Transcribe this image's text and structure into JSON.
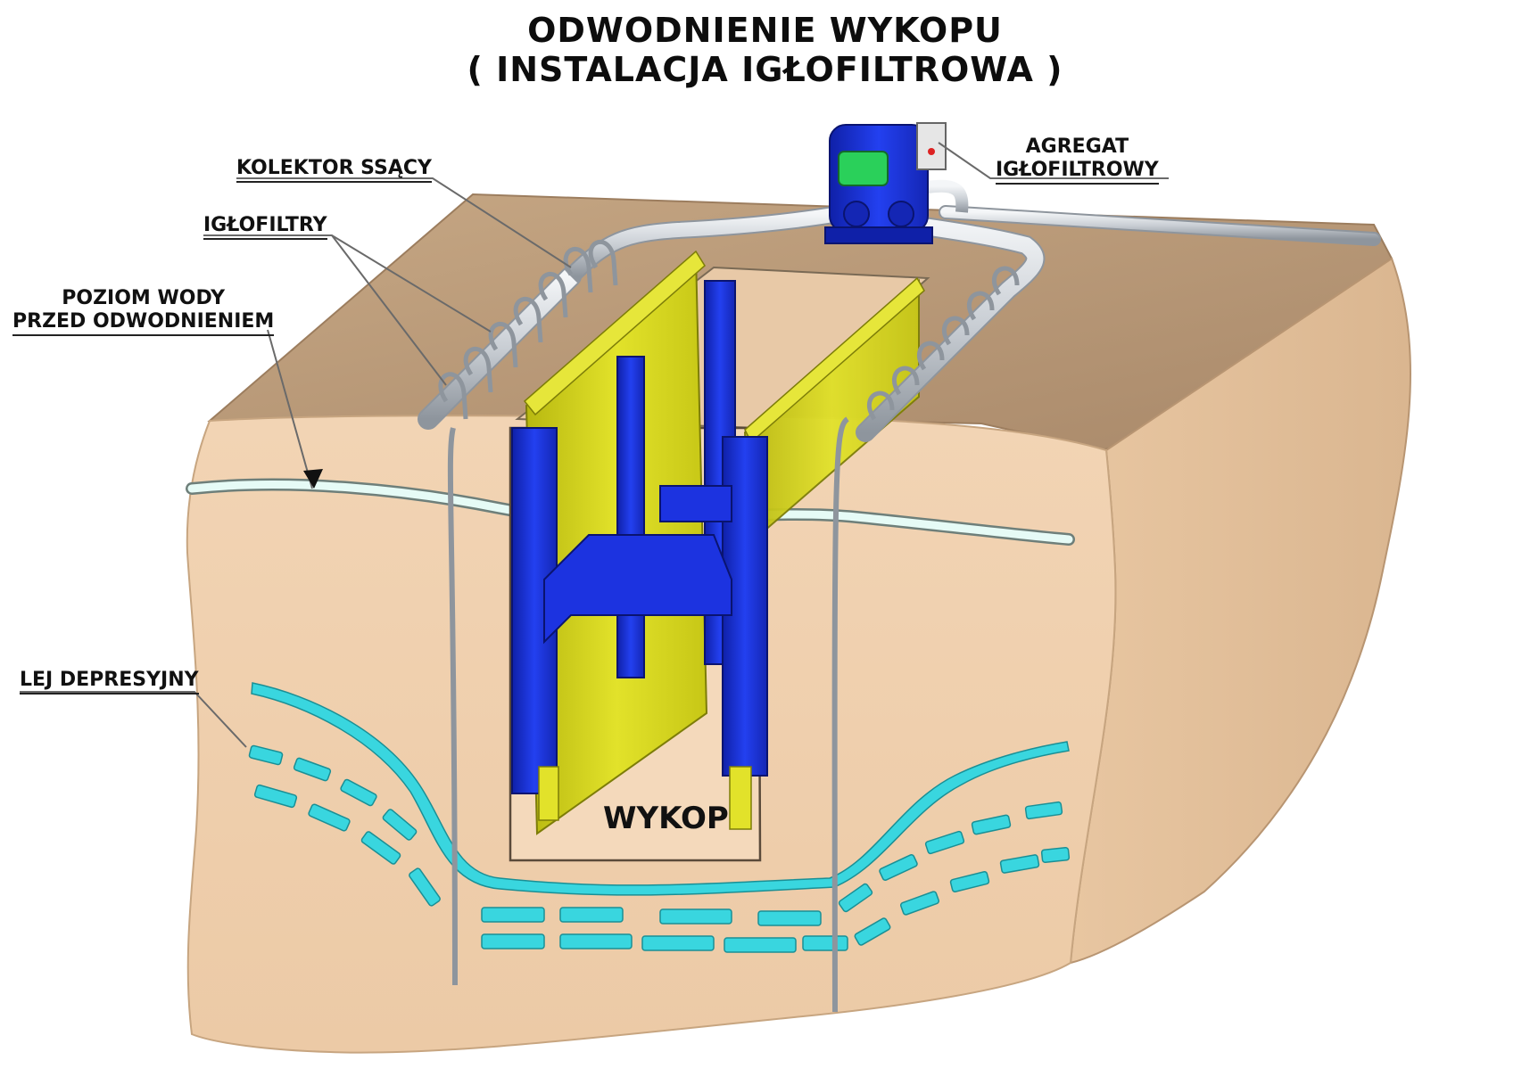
{
  "title": {
    "line1": "ODWODNIENIE WYKOPU",
    "line2": "( INSTALACJA IGŁOFILTROWA )"
  },
  "labels": {
    "kolektor": "KOLEKTOR SSĄCY",
    "iglofiltry": "IGŁOFILTRY",
    "poziom_line1": "POZIOM WODY",
    "poziom_line2": "PRZED ODWODNIENIEM",
    "agregat_line1": "AGREGAT",
    "agregat_line2": "IGŁOFILTROWY",
    "lej": "LEJ DEPRESYJNY",
    "wykop": "WYKOP"
  },
  "colors": {
    "soil_top": "#b99b78",
    "soil_front": "#efcfae",
    "soil_side": "#e3bf98",
    "steel_blue": "#1a2fd6",
    "panel_yellow": "#d6d61e",
    "water_cyan": "#39d6df",
    "pipe_grey": "#cfd3d8"
  }
}
